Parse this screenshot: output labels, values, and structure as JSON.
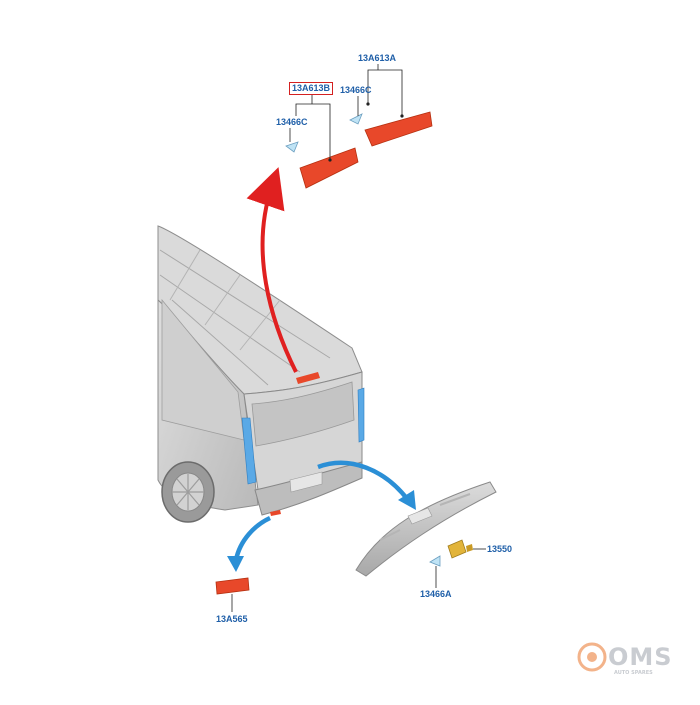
{
  "callouts": {
    "lamp_right_assembly": "13A613A",
    "bulb_upper_right": "13466C",
    "lamp_left_assembly": "13A613B",
    "bulb_upper_left": "13466C",
    "bumper_reflector": "13A565",
    "socket": "13550",
    "bulb_lower": "13466A"
  },
  "watermark": {
    "logo_text": "OMS",
    "tagline": "AUTO SPARES"
  },
  "colors": {
    "label_blue": "#1f5fa8",
    "highlight_red": "#d42020",
    "lamp_red": "#e8482a",
    "arrow_red": "#e02020",
    "arrow_blue": "#2b8fd6",
    "van_grey": "#c9c9c9",
    "socket_yellow": "#e2b43a"
  }
}
